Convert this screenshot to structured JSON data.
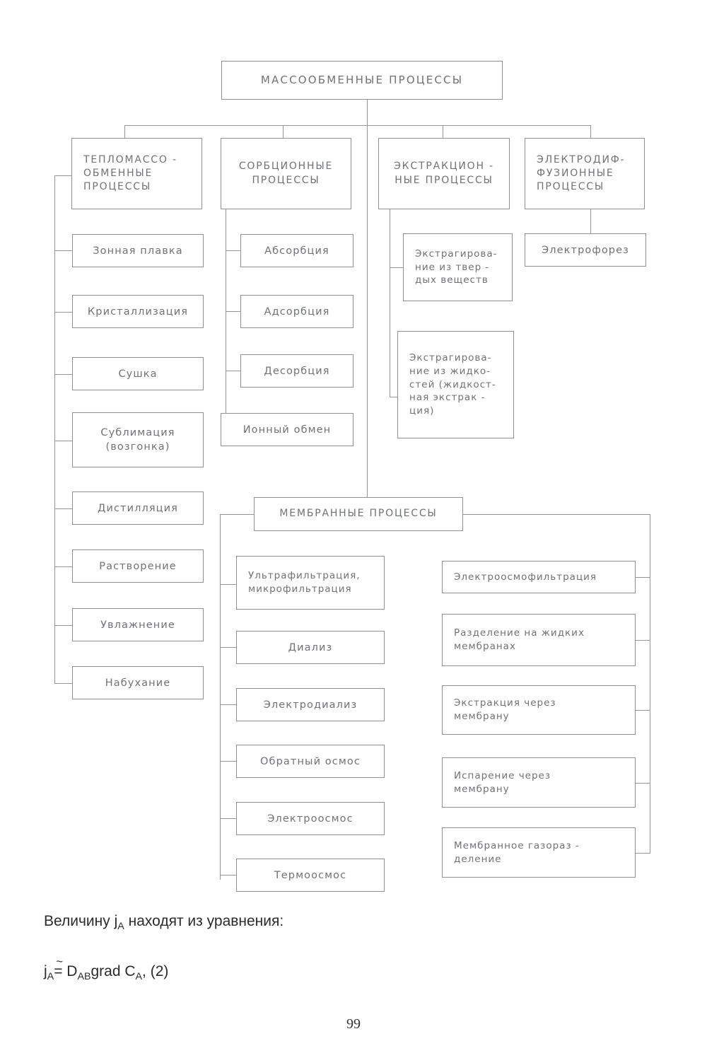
{
  "page": {
    "number": "99"
  },
  "diagram": {
    "root": {
      "label": "МАССООБМЕННЫЕ ПРОЦЕССЫ"
    },
    "columns": [
      {
        "header": "ТЕПЛОМАССО -\nОБМЕННЫЕ\nПРОЦЕССЫ",
        "items": [
          {
            "label": "Зонная плавка"
          },
          {
            "label": "Кристаллизация"
          },
          {
            "label": "Сушка"
          },
          {
            "label": "Сублимация\n(возгонка)"
          },
          {
            "label": "Дистилляция"
          },
          {
            "label": "Растворение"
          },
          {
            "label": "Увлажнение"
          },
          {
            "label": "Набухание"
          }
        ]
      },
      {
        "header": "СОРБЦИОННЫЕ\nПРОЦЕССЫ",
        "items": [
          {
            "label": "Абсорбция"
          },
          {
            "label": "Адсорбция"
          },
          {
            "label": "Десорбция"
          },
          {
            "label": "Ионный обмен"
          }
        ]
      },
      {
        "header": "ЭКСТРАКЦИОН -\nНЫЕ ПРОЦЕССЫ",
        "items": [
          {
            "label": "Экстрагирова-\nние из твер -\nдых веществ"
          },
          {
            "label": "Экстрагирова-\nние из жидко-\nстей (жидкост-\nная экстрак -\nция)"
          }
        ]
      },
      {
        "header": "ЭЛЕКТРОДИФ-\nФУЗИОННЫЕ\nПРОЦЕССЫ",
        "items": [
          {
            "label": "Электрофорез"
          }
        ]
      }
    ],
    "membrane": {
      "header": "МЕМБРАННЫЕ ПРОЦЕССЫ",
      "left_items": [
        {
          "label": "Ультрафильтрация,\nмикрофильтрация"
        },
        {
          "label": "Диализ"
        },
        {
          "label": "Электродиализ"
        },
        {
          "label": "Обратный осмос"
        },
        {
          "label": "Электроосмос"
        },
        {
          "label": "Термоосмос"
        }
      ],
      "right_items": [
        {
          "label": "Электроосмофильтрация"
        },
        {
          "label": "Разделение на жидких\nмембранах"
        },
        {
          "label": "Экстракция через\nмембрану"
        },
        {
          "label": "Испарение через\nмембрану"
        },
        {
          "label": "Мембранное   газораз -\nделение"
        }
      ]
    }
  },
  "body_text": {
    "intro_before": "Величину j",
    "intro_sub": "A",
    "intro_after": " находят из уравнения:",
    "equation_j": "j",
    "equation_j_sub": "A",
    "equation_eq": "=",
    "equation_d": " D",
    "equation_d_sub": "AB",
    "equation_grad": "grad C",
    "equation_c_sub": "A",
    "equation_tail": ", (2)"
  }
}
